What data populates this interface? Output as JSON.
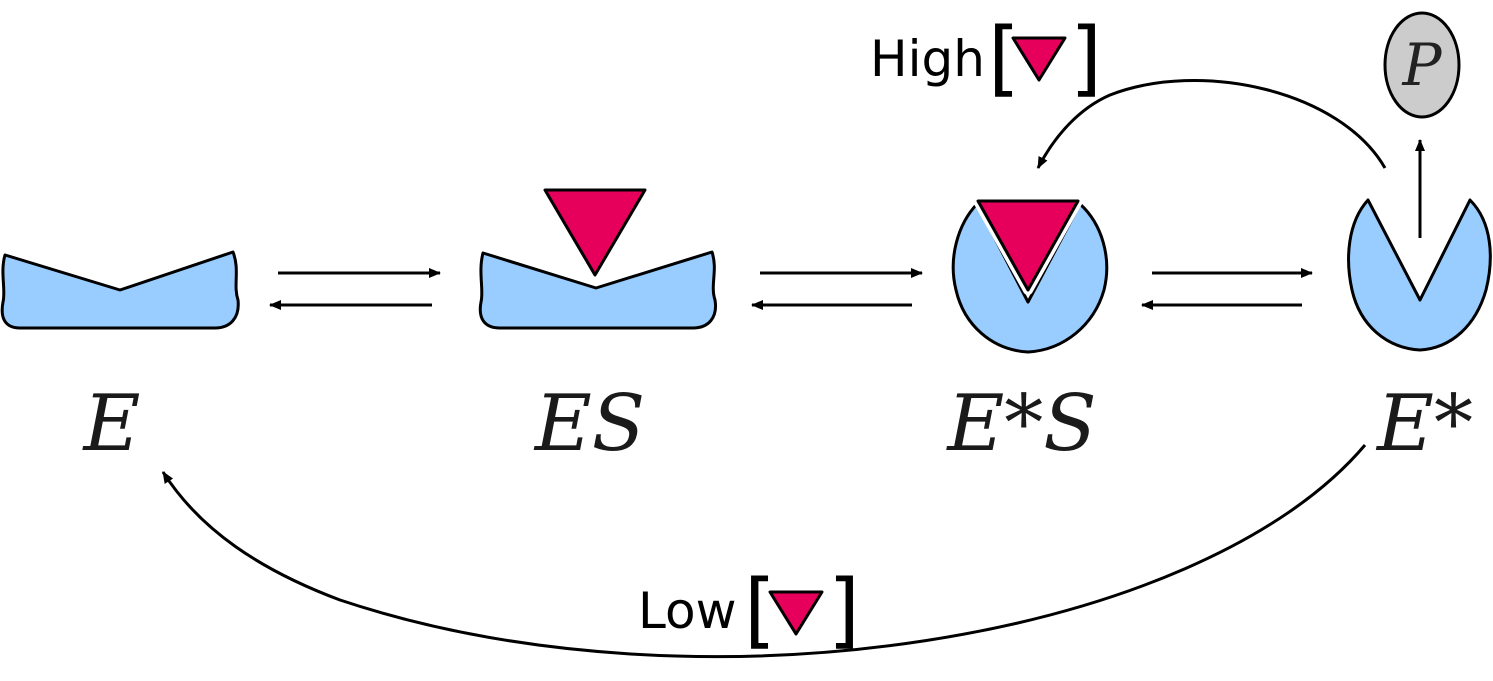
{
  "colors": {
    "enzyme_fill": "#99ccff",
    "substrate_fill": "#e6005c",
    "product_fill": "#cccccc",
    "stroke": "#000000"
  },
  "states": [
    {
      "label": "E",
      "shape": "open-enzyme"
    },
    {
      "label": "ES",
      "shape": "open-enzyme-with-substrate"
    },
    {
      "label": "E*S",
      "shape": "closed-enzyme-with-substrate"
    },
    {
      "label": "E*",
      "shape": "closed-enzyme"
    }
  ],
  "product": {
    "label": "P"
  },
  "pathways": {
    "high": {
      "text": "High",
      "bracket_open": "[",
      "bracket_close": "]"
    },
    "low": {
      "text": "Low",
      "bracket_open": "[",
      "bracket_close": "]"
    }
  },
  "equilibria": [
    "E-ES",
    "ES-E*S",
    "E*S-E*"
  ]
}
